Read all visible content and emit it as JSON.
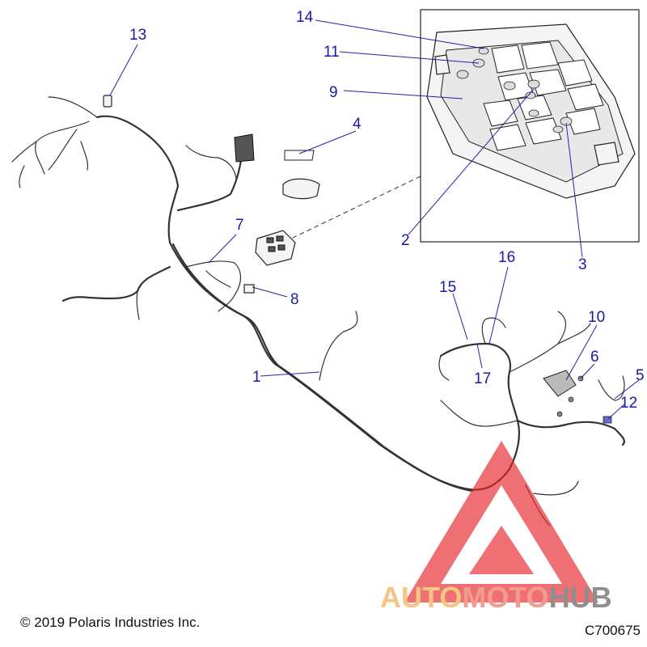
{
  "callouts": {
    "c1": "1",
    "c2": "2",
    "c3": "3",
    "c4": "4",
    "c5": "5",
    "c6": "6",
    "c7": "7",
    "c8": "8",
    "c9": "9",
    "c10": "10",
    "c11": "11",
    "c12": "12",
    "c13": "13",
    "c14": "14",
    "c15": "15",
    "c16": "16",
    "c17": "17"
  },
  "footer": {
    "copyright": "© 2019 Polaris Industries Inc.",
    "code": "C700675"
  },
  "watermark": {
    "part1": "AUTO",
    "part2": "MOTO",
    "part3": "HUB"
  },
  "colors": {
    "callout": "#1a1aa6",
    "watermark_triangle": "#e5242b",
    "watermark_auto": "#f6c483",
    "watermark_moto": "#f39b8e",
    "watermark_hub": "#8f8f8f"
  }
}
